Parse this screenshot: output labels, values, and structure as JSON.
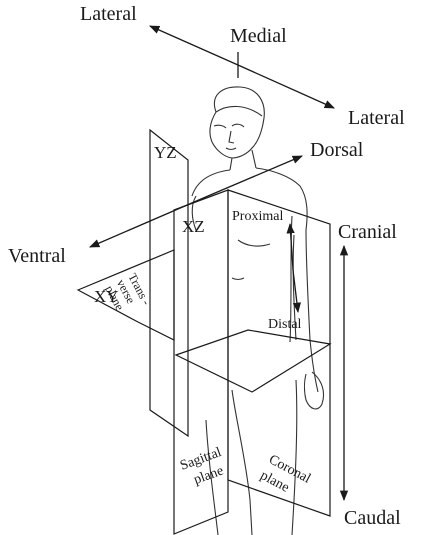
{
  "labels": {
    "lateral_left": "Lateral",
    "medial": "Medial",
    "lateral_right": "Lateral",
    "dorsal": "Dorsal",
    "ventral": "Ventral",
    "cranial": "Cranial",
    "caudal": "Caudal",
    "proximal": "Proximal",
    "distal": "Distal",
    "yz": "YZ",
    "xz": "XZ",
    "xy": "XY",
    "transverse_1": "Trans -",
    "transverse_2": "verse",
    "transverse_3": "plane",
    "sagittal_1": "Sagittal",
    "sagittal_2": "plane",
    "coronal_1": "Coronal",
    "coronal_2": "plane"
  }
}
